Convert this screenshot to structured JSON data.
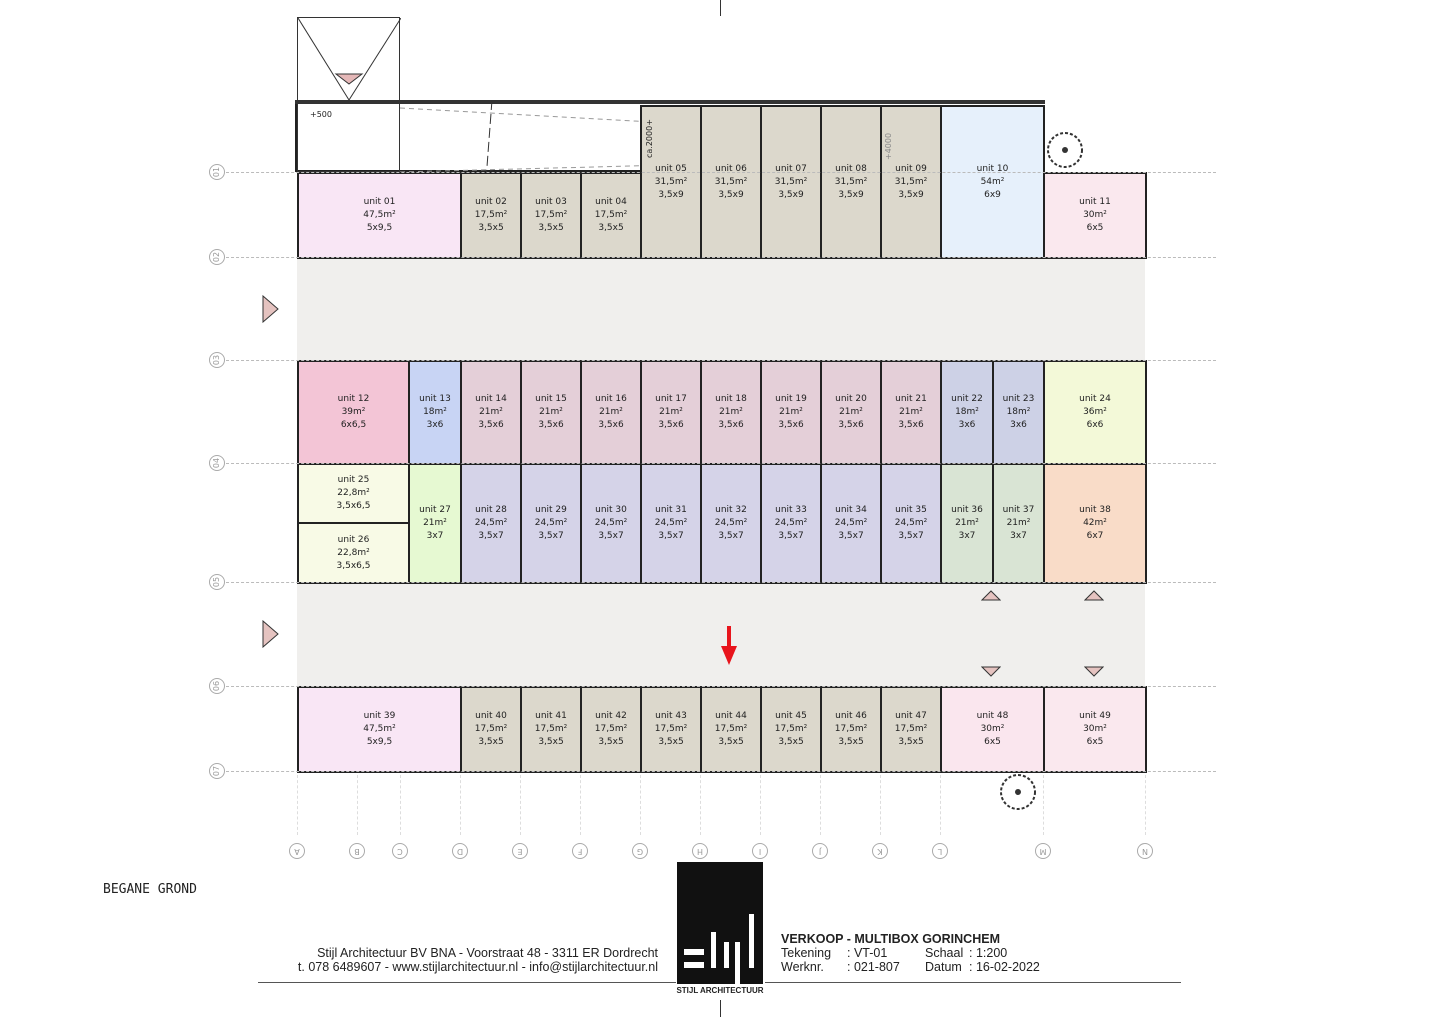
{
  "drawing_label": "BEGANE GROND",
  "level_marks": {
    "plus500": "+500",
    "ca2000": "ca.2000+",
    "plus4000": "+4000"
  },
  "row_axes": [
    "01",
    "02",
    "03",
    "04",
    "05",
    "06",
    "07"
  ],
  "col_axes": [
    "A",
    "B",
    "C",
    "D",
    "E",
    "F",
    "G",
    "H",
    "I",
    "J",
    "K",
    "L",
    "M",
    "N"
  ],
  "units": [
    {
      "name": "unit 01",
      "area": "47,5m²",
      "dims": "5x9,5",
      "color": "#f9e6f5"
    },
    {
      "name": "unit 02",
      "area": "17,5m²",
      "dims": "3,5x5",
      "color": "#dcd8cc"
    },
    {
      "name": "unit 03",
      "area": "17,5m²",
      "dims": "3,5x5",
      "color": "#dcd8cc"
    },
    {
      "name": "unit 04",
      "area": "17,5m²",
      "dims": "3,5x5",
      "color": "#dcd8cc"
    },
    {
      "name": "unit 05",
      "area": "31,5m²",
      "dims": "3,5x9",
      "color": "#dcd8cc"
    },
    {
      "name": "unit 06",
      "area": "31,5m²",
      "dims": "3,5x9",
      "color": "#dcd8cc"
    },
    {
      "name": "unit 07",
      "area": "31,5m²",
      "dims": "3,5x9",
      "color": "#dcd8cc"
    },
    {
      "name": "unit 08",
      "area": "31,5m²",
      "dims": "3,5x9",
      "color": "#dcd8cc"
    },
    {
      "name": "unit 09",
      "area": "31,5m²",
      "dims": "3,5x9",
      "color": "#dcd8cc"
    },
    {
      "name": "unit 10",
      "area": "54m²",
      "dims": "6x9",
      "color": "#e6f0fb"
    },
    {
      "name": "unit 11",
      "area": "30m²",
      "dims": "6x5",
      "color": "#fae8ee"
    },
    {
      "name": "unit 12",
      "area": "39m²",
      "dims": "6x6,5",
      "color": "#f3c5d6"
    },
    {
      "name": "unit 13",
      "area": "18m²",
      "dims": "3x6",
      "color": "#c8d4f4"
    },
    {
      "name": "unit 14",
      "area": "21m²",
      "dims": "3,5x6",
      "color": "#e4cfd8"
    },
    {
      "name": "unit 15",
      "area": "21m²",
      "dims": "3,5x6",
      "color": "#e4cfd8"
    },
    {
      "name": "unit 16",
      "area": "21m²",
      "dims": "3,5x6",
      "color": "#e4cfd8"
    },
    {
      "name": "unit 17",
      "area": "21m²",
      "dims": "3,5x6",
      "color": "#e4cfd8"
    },
    {
      "name": "unit 18",
      "area": "21m²",
      "dims": "3,5x6",
      "color": "#e4cfd8"
    },
    {
      "name": "unit 19",
      "area": "21m²",
      "dims": "3,5x6",
      "color": "#e4cfd8"
    },
    {
      "name": "unit 20",
      "area": "21m²",
      "dims": "3,5x6",
      "color": "#e4cfd8"
    },
    {
      "name": "unit 21",
      "area": "21m²",
      "dims": "3,5x6",
      "color": "#e4cfd8"
    },
    {
      "name": "unit 22",
      "area": "18m²",
      "dims": "3x6",
      "color": "#cdd1e6"
    },
    {
      "name": "unit 23",
      "area": "18m²",
      "dims": "3x6",
      "color": "#cdd1e6"
    },
    {
      "name": "unit 24",
      "area": "36m²",
      "dims": "6x6",
      "color": "#f3f9d8"
    },
    {
      "name": "unit 25",
      "area": "22,8m²",
      "dims": "3,5x6,5",
      "color": "#f8fae6"
    },
    {
      "name": "unit 26",
      "area": "22,8m²",
      "dims": "3,5x6,5",
      "color": "#f8fae6"
    },
    {
      "name": "unit 27",
      "area": "21m²",
      "dims": "3x7",
      "color": "#e6f9d2"
    },
    {
      "name": "unit 28",
      "area": "24,5m²",
      "dims": "3,5x7",
      "color": "#d5d3e8"
    },
    {
      "name": "unit 29",
      "area": "24,5m²",
      "dims": "3,5x7",
      "color": "#d5d3e8"
    },
    {
      "name": "unit 30",
      "area": "24,5m²",
      "dims": "3,5x7",
      "color": "#d5d3e8"
    },
    {
      "name": "unit 31",
      "area": "24,5m²",
      "dims": "3,5x7",
      "color": "#d5d3e8"
    },
    {
      "name": "unit 32",
      "area": "24,5m²",
      "dims": "3,5x7",
      "color": "#d5d3e8"
    },
    {
      "name": "unit 33",
      "area": "24,5m²",
      "dims": "3,5x7",
      "color": "#d5d3e8"
    },
    {
      "name": "unit 34",
      "area": "24,5m²",
      "dims": "3,5x7",
      "color": "#d5d3e8"
    },
    {
      "name": "unit 35",
      "area": "24,5m²",
      "dims": "3,5x7",
      "color": "#d5d3e8"
    },
    {
      "name": "unit 36",
      "area": "21m²",
      "dims": "3x7",
      "color": "#d9e4d4"
    },
    {
      "name": "unit 37",
      "area": "21m²",
      "dims": "3x7",
      "color": "#d9e4d4"
    },
    {
      "name": "unit 38",
      "area": "42m²",
      "dims": "6x7",
      "color": "#f9dcc8"
    },
    {
      "name": "unit 39",
      "area": "47,5m²",
      "dims": "5x9,5",
      "color": "#f9e6f5"
    },
    {
      "name": "unit 40",
      "area": "17,5m²",
      "dims": "3,5x5",
      "color": "#dcd8cc"
    },
    {
      "name": "unit 41",
      "area": "17,5m²",
      "dims": "3,5x5",
      "color": "#dcd8cc"
    },
    {
      "name": "unit 42",
      "area": "17,5m²",
      "dims": "3,5x5",
      "color": "#dcd8cc"
    },
    {
      "name": "unit 43",
      "area": "17,5m²",
      "dims": "3,5x5",
      "color": "#dcd8cc"
    },
    {
      "name": "unit 44",
      "area": "17,5m²",
      "dims": "3,5x5",
      "color": "#dcd8cc"
    },
    {
      "name": "unit 45",
      "area": "17,5m²",
      "dims": "3,5x5",
      "color": "#dcd8cc"
    },
    {
      "name": "unit 46",
      "area": "17,5m²",
      "dims": "3,5x5",
      "color": "#dcd8cc"
    },
    {
      "name": "unit 47",
      "area": "17,5m²",
      "dims": "3,5x5",
      "color": "#dcd8cc"
    },
    {
      "name": "unit 48",
      "area": "30m²",
      "dims": "6x5",
      "color": "#fae6ee"
    },
    {
      "name": "unit 49",
      "area": "30m²",
      "dims": "6x5",
      "color": "#fae8ee"
    }
  ],
  "footer": {
    "address_line1": "Stijl Architectuur BV BNA  -  Voorstraat 48  -  3311 ER Dordrecht",
    "address_line2": "t. 078 6489607  -  www.stijlarchitectuur.nl - info@stijlarchitectuur.nl",
    "logo_text": "STIJL ARCHITECTUUR",
    "project_title": "VERKOOP - MULTIBOX GORINCHEM",
    "tekening_label": "Tekening",
    "tekening_value": ": VT-01",
    "werknr_label": "Werknr.",
    "werknr_value": ": 021-807",
    "schaal_label": "Schaal",
    "schaal_value": ": 1:200",
    "datum_label": "Datum",
    "datum_value": ": 16-02-2022"
  },
  "colors": {
    "corridor": "#f0efed",
    "arrow": "#e8141c",
    "entrance": "#e5c3c0"
  }
}
